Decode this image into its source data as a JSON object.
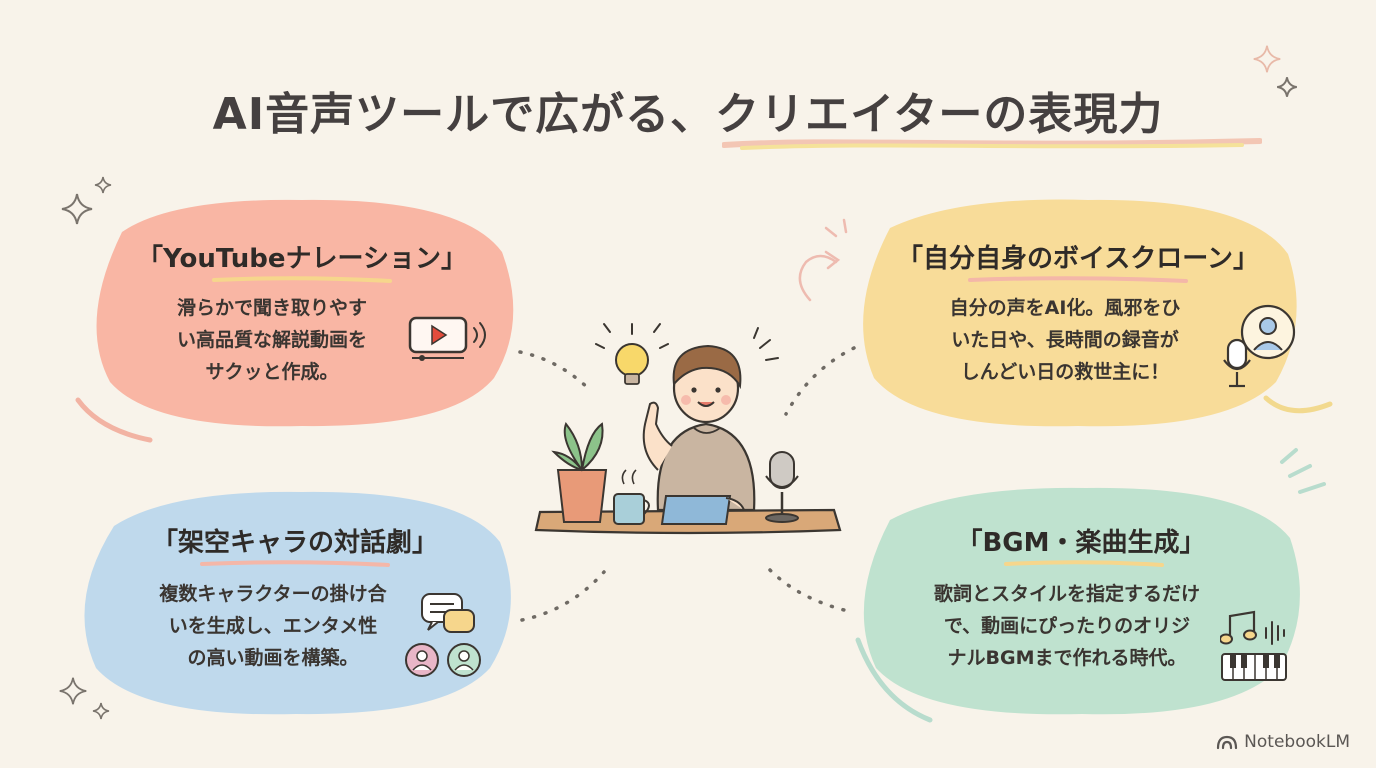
{
  "title": "AI音声ツールで広がる、クリエイターの表現力",
  "cards": {
    "youtube": {
      "title": "「YouTubeナレーション」",
      "desc": "滑らかで聞き取りやす\nい高品質な解説動画を\nサクッと作成。",
      "color": "#f9b6a4"
    },
    "voice_clone": {
      "title": "「自分自身のボイスクローン」",
      "desc": "自分の声をAI化。風邪をひ\nいた日や、長時間の録音が\nしんどい日の救世主に！",
      "color": "#f8dc99"
    },
    "drama": {
      "title": "「架空キャラの対話劇」",
      "desc": "複数キャラクターの掛け合\nいを生成し、エンタメ性\nの高い動画を構築。",
      "color": "#bfd9ec"
    },
    "bgm": {
      "title": "「BGM・楽曲生成」",
      "desc": "歌詞とスタイルを指定するだけ\nで、動画にぴったりのオリジ\nナルBGMまで作れる時代。",
      "color": "#bfe2cf"
    }
  },
  "icons": {
    "youtube": "video-play-icon",
    "voice_clone": "microphone-user-icon",
    "drama": "chat-characters-icon",
    "bgm": "music-piano-icon",
    "center": "creator-at-desk-illustration"
  },
  "brand": "NotebookLM"
}
